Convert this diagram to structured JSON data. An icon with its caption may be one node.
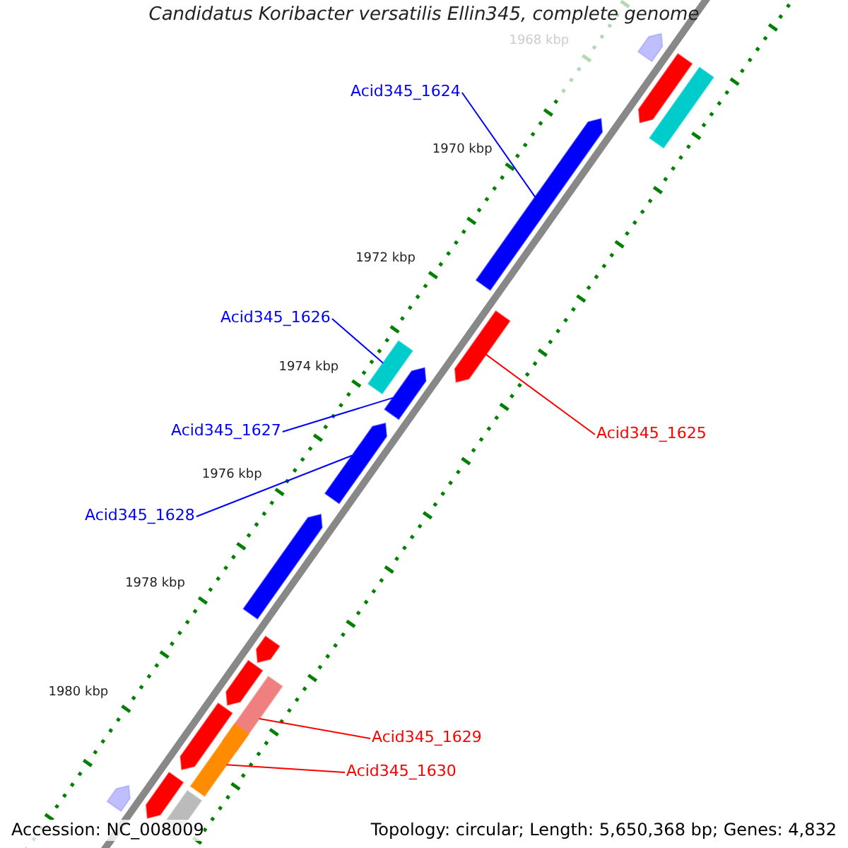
{
  "diagram": {
    "title": "Candidatus Koribacter versatilis Ellin345, complete genome",
    "nodes": [
      {
        "text": [
          "Acid345_1624"
        ]
      },
      {
        "text": [
          "Acid345_1626"
        ]
      },
      {
        "text": [
          "Acid345_1627"
        ]
      },
      {
        "text": [
          "Acid345_1625"
        ]
      },
      {
        "text": [
          "Acid345_1628"
        ]
      },
      {
        "text": [
          "Acid345_1629"
        ]
      },
      {
        "text": [
          "Acid345_1630"
        ]
      },
      {
        "text": [],
        "shape": "bar"
      },
      {
        "text": [],
        "shape": "bar"
      },
      {
        "text": [],
        "shape": "bar"
      },
      {
        "text": [],
        "shape": "bar"
      },
      {
        "text": [],
        "shape": "bar"
      },
      {
        "text": [],
        "shape": "bar"
      },
      {
        "text": [],
        "shape": "bar"
      },
      {
        "text": [],
        "shape": "bar"
      },
      {
        "text": [],
        "shape": "bar"
      },
      {
        "text": [],
        "shape": "bar"
      },
      {
        "text": [],
        "shape": "bar"
      },
      {
        "text": [],
        "shape": "bar"
      },
      {
        "text": [],
        "shape": "bar"
      },
      {
        "text": [],
        "shape": "bar"
      },
      {
        "text": [],
        "shape": "bar"
      },
      {
        "text": [],
        "shape": "bar"
      },
      {
        "text": [],
        "shape": "bar"
      }
    ],
    "edges": [
      {
        "from": 0,
        "to": 10,
        "arrow": "none"
      },
      {
        "from": 1,
        "to": 12,
        "arrow": "none"
      },
      {
        "from": 2,
        "to": 13,
        "arrow": "none"
      },
      {
        "from": 3,
        "to": 11,
        "arrow": "none",
        "color": "#ff0000"
      },
      {
        "from": 4,
        "to": 14,
        "arrow": "none"
      },
      {
        "from": 5,
        "to": 18,
        "arrow": "none",
        "color": "#ff0000"
      },
      {
        "from": 6,
        "to": 20,
        "arrow": "none",
        "color": "#ff0000"
      }
    ],
    "labels": [
      "1968 kbp",
      "1970 kbp",
      "1972 kbp",
      "1974 kbp",
      "1976 kbp",
      "1978 kbp",
      "1980 kbp",
      "Accession: NC_008009",
      "Topology: circular; Length: 5,650,368 bp; Genes: 4,832"
    ]
  }
}
